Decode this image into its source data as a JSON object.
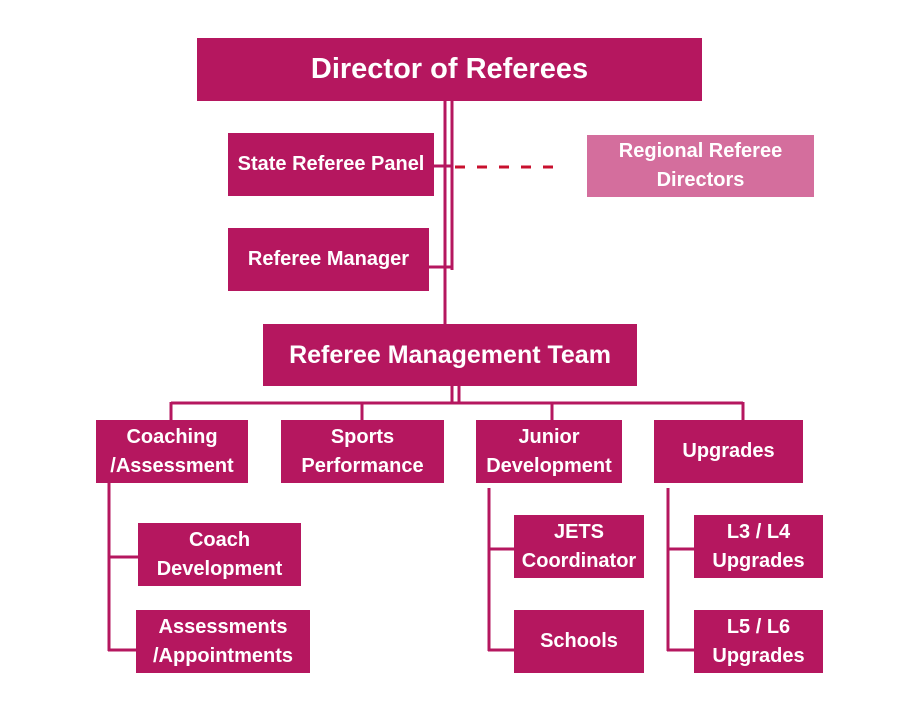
{
  "colors": {
    "primary": "#B5175F",
    "secondary": "#D46E9D",
    "dotted": "#C8102E"
  },
  "nodes": {
    "director": "Director of Referees",
    "state_panel": "State Referee Panel",
    "regional_directors": "Regional Referee\nDirectors",
    "referee_manager": "Referee Manager",
    "management_team": "Referee Management Team",
    "coaching_assessment": "Coaching\n/Assessment",
    "sports_performance": "Sports\nPerformance",
    "junior_development": "Junior\nDevelopment",
    "upgrades": "Upgrades",
    "coach_development": "Coach\nDevelopment",
    "assessments_appointments": "Assessments\n/Appointments",
    "jets_coordinator": "JETS\nCoordinator",
    "schools": "Schools",
    "l3_l4": "L3 / L4\nUpgrades",
    "l5_l6": "L5 / L6\nUpgrades"
  }
}
